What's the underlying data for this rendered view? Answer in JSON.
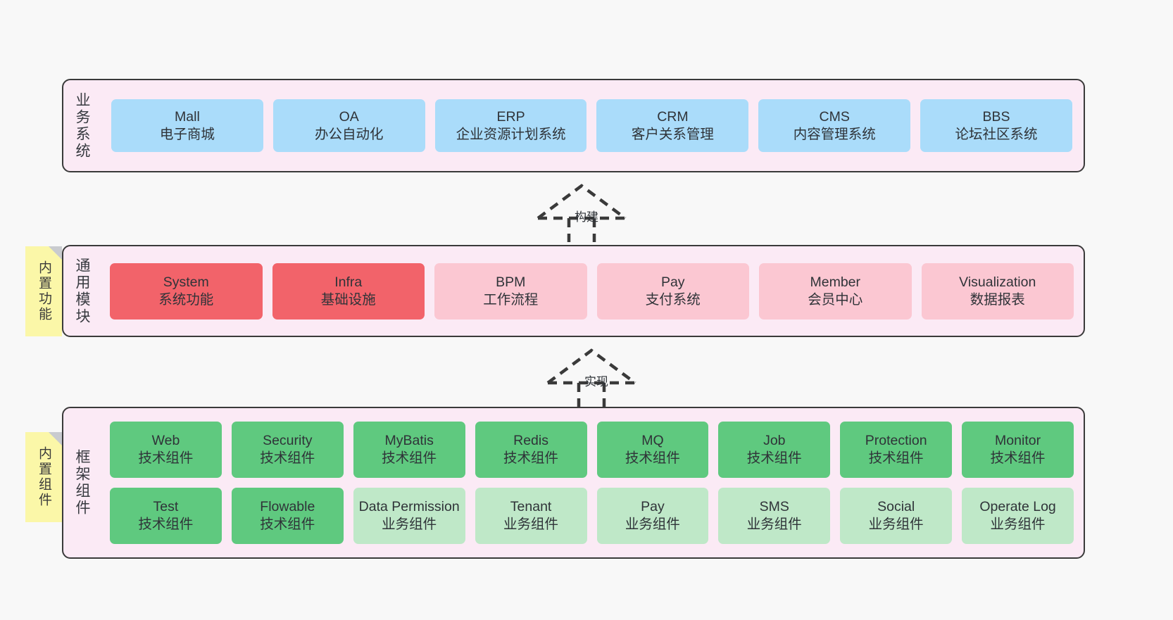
{
  "diagram": {
    "title": "",
    "colors": {
      "canvas_bg": "#f8f8f8",
      "layer_bg": "#fbeaf5",
      "layer_border": "#3a3a3a",
      "business_cell": "#aadcfa",
      "module_core": "#f2636a",
      "module_optional": "#fbc7d2",
      "component_tech": "#5fc97f",
      "component_business": "#bfe8c8",
      "note_bg": "#fbf7a8",
      "note_fold": "#c9cbcf"
    }
  },
  "layers": {
    "business": {
      "caption": "业务系统",
      "rows": [
        [
          {
            "title": "Mall",
            "subtitle": "电子商城",
            "tone": "blue"
          },
          {
            "title": "OA",
            "subtitle": "办公自动化",
            "tone": "blue"
          },
          {
            "title": "ERP",
            "subtitle": "企业资源计划系统",
            "tone": "blue"
          },
          {
            "title": "CRM",
            "subtitle": "客户关系管理",
            "tone": "blue"
          },
          {
            "title": "CMS",
            "subtitle": "内容管理系统",
            "tone": "blue"
          },
          {
            "title": "BBS",
            "subtitle": "论坛社区系统",
            "tone": "blue"
          }
        ]
      ]
    },
    "modules": {
      "caption": "通用模块",
      "rows": [
        [
          {
            "title": "System",
            "subtitle": "系统功能",
            "tone": "red"
          },
          {
            "title": "Infra",
            "subtitle": "基础设施",
            "tone": "red"
          },
          {
            "title": "BPM",
            "subtitle": "工作流程",
            "tone": "pink"
          },
          {
            "title": "Pay",
            "subtitle": "支付系统",
            "tone": "pink"
          },
          {
            "title": "Member",
            "subtitle": "会员中心",
            "tone": "pink"
          },
          {
            "title": "Visualization",
            "subtitle": "数据报表",
            "tone": "pink"
          }
        ]
      ]
    },
    "framework": {
      "caption": "框架组件",
      "rows": [
        [
          {
            "title": "Web",
            "subtitle": "技术组件",
            "tone": "green"
          },
          {
            "title": "Security",
            "subtitle": "技术组件",
            "tone": "green"
          },
          {
            "title": "MyBatis",
            "subtitle": "技术组件",
            "tone": "green"
          },
          {
            "title": "Redis",
            "subtitle": "技术组件",
            "tone": "green"
          },
          {
            "title": "MQ",
            "subtitle": "技术组件",
            "tone": "green"
          },
          {
            "title": "Job",
            "subtitle": "技术组件",
            "tone": "green"
          },
          {
            "title": "Protection",
            "subtitle": "技术组件",
            "tone": "green"
          },
          {
            "title": "Monitor",
            "subtitle": "技术组件",
            "tone": "green"
          }
        ],
        [
          {
            "title": "Test",
            "subtitle": "技术组件",
            "tone": "green"
          },
          {
            "title": "Flowable",
            "subtitle": "技术组件",
            "tone": "green"
          },
          {
            "title": "Data Permission",
            "subtitle": "业务组件",
            "tone": "greenlight"
          },
          {
            "title": "Tenant",
            "subtitle": "业务组件",
            "tone": "greenlight"
          },
          {
            "title": "Pay",
            "subtitle": "业务组件",
            "tone": "greenlight"
          },
          {
            "title": "SMS",
            "subtitle": "业务组件",
            "tone": "greenlight"
          },
          {
            "title": "Social",
            "subtitle": "业务组件",
            "tone": "greenlight"
          },
          {
            "title": "Operate Log",
            "subtitle": "业务组件",
            "tone": "greenlight"
          }
        ]
      ]
    }
  },
  "notes": [
    {
      "id": "builtin-features",
      "text": "内置功能"
    },
    {
      "id": "builtin-components",
      "text": "内置组件"
    }
  ],
  "connectors": [
    {
      "id": "build",
      "label": "构建",
      "style": "dashed-generalization"
    },
    {
      "id": "implement",
      "label": "实现",
      "style": "dashed-generalization"
    }
  ]
}
